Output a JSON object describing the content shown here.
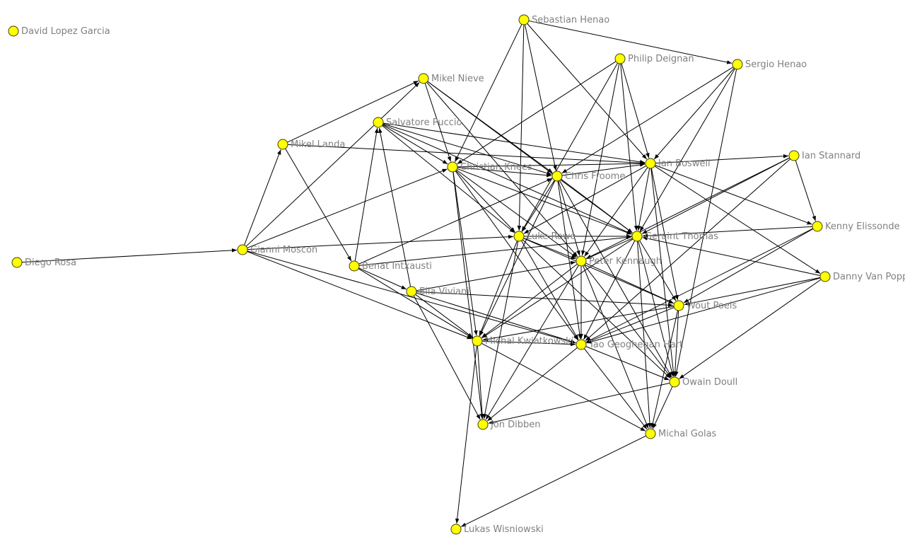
{
  "nodes": [
    "David Lopez Garcia",
    "Sebastian Henao",
    "Philip Deignan",
    "Sergio Henao",
    "Mikel Nieve",
    "Salvatore Puccio",
    "Mikel Landa",
    "Christian Knees",
    "Chris Froome",
    "Ian Boswell",
    "Ian Stannard",
    "Kenny Elissonde",
    "Diego Rosa",
    "Gianni Moscon",
    "Luke Rowe",
    "Geraint Thomas",
    "Peter Kennaugh",
    "Benat Intxausti",
    "Danny Van Poppel",
    "Elia Viviani",
    "Wout Poels",
    "Michal Kwiatkowski",
    "Tao Geoghegan Hart",
    "Owain Doull",
    "Jon Dibben",
    "Michal Golas",
    "Lukas Wisniowski"
  ],
  "edges": [
    [
      12,
      13
    ],
    [
      13,
      6
    ],
    [
      13,
      4
    ],
    [
      13,
      14
    ],
    [
      13,
      21
    ],
    [
      13,
      22
    ],
    [
      13,
      7
    ],
    [
      6,
      17
    ],
    [
      6,
      4
    ],
    [
      6,
      9
    ],
    [
      17,
      5
    ],
    [
      17,
      19
    ],
    [
      17,
      15
    ],
    [
      17,
      21
    ],
    [
      17,
      8
    ],
    [
      19,
      5
    ],
    [
      19,
      21
    ],
    [
      19,
      24
    ],
    [
      19,
      22
    ],
    [
      19,
      20
    ],
    [
      19,
      16
    ],
    [
      5,
      7
    ],
    [
      5,
      8
    ],
    [
      5,
      9
    ],
    [
      5,
      14
    ],
    [
      5,
      15
    ],
    [
      4,
      7
    ],
    [
      4,
      8
    ],
    [
      4,
      16
    ],
    [
      4,
      15
    ],
    [
      1,
      7
    ],
    [
      1,
      14
    ],
    [
      1,
      8
    ],
    [
      1,
      3
    ],
    [
      1,
      9
    ],
    [
      2,
      14
    ],
    [
      2,
      15
    ],
    [
      2,
      16
    ],
    [
      2,
      9
    ],
    [
      2,
      7
    ],
    [
      3,
      15
    ],
    [
      3,
      9
    ],
    [
      3,
      23
    ],
    [
      3,
      8
    ],
    [
      7,
      8
    ],
    [
      7,
      9
    ],
    [
      7,
      14
    ],
    [
      7,
      15
    ],
    [
      7,
      16
    ],
    [
      7,
      21
    ],
    [
      7,
      22
    ],
    [
      7,
      24
    ],
    [
      8,
      14
    ],
    [
      8,
      15
    ],
    [
      8,
      16
    ],
    [
      8,
      9
    ],
    [
      8,
      22
    ],
    [
      8,
      21
    ],
    [
      8,
      23
    ],
    [
      9,
      10
    ],
    [
      9,
      15
    ],
    [
      9,
      16
    ],
    [
      9,
      14
    ],
    [
      9,
      11
    ],
    [
      9,
      18
    ],
    [
      9,
      23
    ],
    [
      9,
      20
    ],
    [
      10,
      15
    ],
    [
      10,
      16
    ],
    [
      10,
      22
    ],
    [
      10,
      11
    ],
    [
      11,
      15
    ],
    [
      11,
      20
    ],
    [
      11,
      22
    ],
    [
      18,
      15
    ],
    [
      18,
      20
    ],
    [
      18,
      22
    ],
    [
      18,
      23
    ],
    [
      14,
      15
    ],
    [
      14,
      16
    ],
    [
      14,
      21
    ],
    [
      14,
      22
    ],
    [
      14,
      23
    ],
    [
      14,
      24
    ],
    [
      14,
      20
    ],
    [
      15,
      16
    ],
    [
      15,
      20
    ],
    [
      15,
      22
    ],
    [
      15,
      23
    ],
    [
      15,
      25
    ],
    [
      15,
      21
    ],
    [
      16,
      21
    ],
    [
      16,
      22
    ],
    [
      16,
      20
    ],
    [
      16,
      23
    ],
    [
      16,
      25
    ],
    [
      16,
      24
    ],
    [
      20,
      21
    ],
    [
      20,
      22
    ],
    [
      20,
      23
    ],
    [
      20,
      25
    ],
    [
      21,
      22
    ],
    [
      21,
      24
    ],
    [
      21,
      26
    ],
    [
      21,
      25
    ],
    [
      22,
      23
    ],
    [
      22,
      24
    ],
    [
      22,
      25
    ],
    [
      23,
      24
    ],
    [
      23,
      25
    ],
    [
      25,
      26
    ]
  ],
  "colors": {
    "node_fill": "#ffff00",
    "node_stroke": "#404000",
    "edge": "#000000",
    "label": "#808080"
  }
}
